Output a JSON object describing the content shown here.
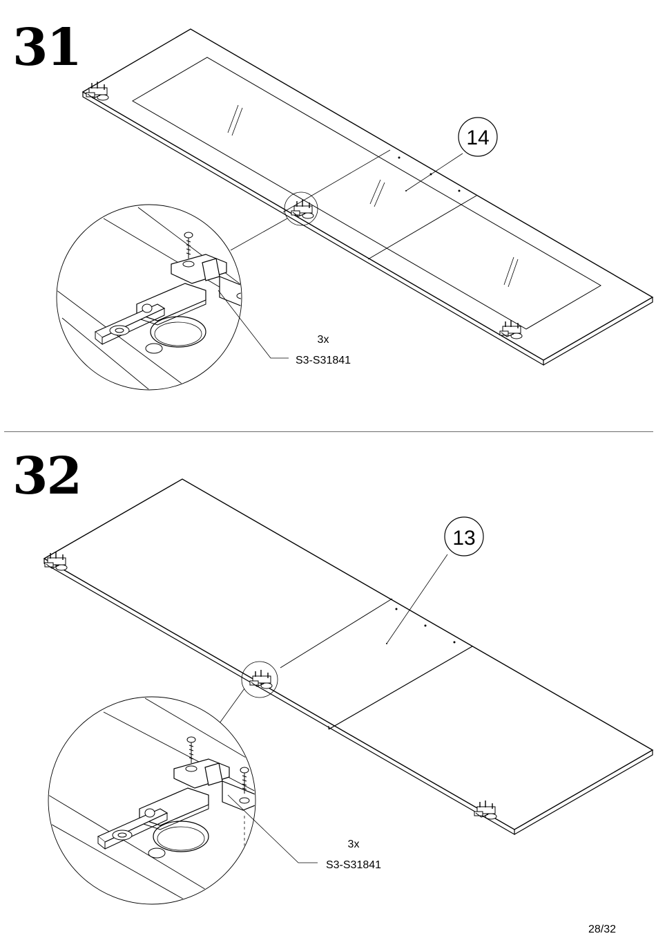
{
  "page": {
    "number_text": "28/32"
  },
  "steps": [
    {
      "number": "31",
      "part_callout": "14",
      "quantity": "3x",
      "part_code": "S3-S31841"
    },
    {
      "number": "32",
      "part_callout": "13",
      "quantity": "3x",
      "part_code": "S3-S31841"
    }
  ]
}
